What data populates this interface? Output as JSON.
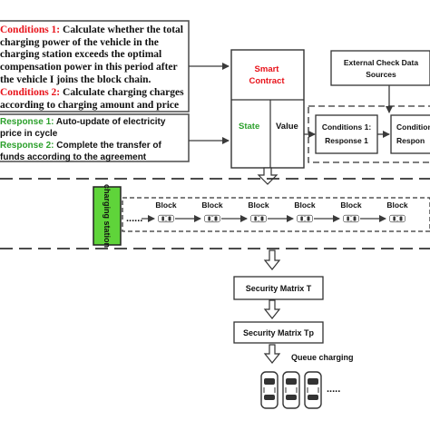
{
  "conditions": {
    "c1_label": "Conditions 1:",
    "c1_lines": [
      " Calculate whether the total",
      "charging power of the vehicle in the",
      "charging station exceeds the optimal",
      "compensation power in this period after",
      "the vehicle I joins the block chain."
    ],
    "c2_label": "Conditions 2:",
    "c2_lines": [
      " Calculate charging charges",
      "according to charging amount and price"
    ]
  },
  "responses": {
    "r1_label": "Response 1:",
    "r1_lines": [
      " Auto-update of electricity",
      "price in cycle"
    ],
    "r2_label": "Response 2:",
    "r2_lines": [
      " Complete the transfer of",
      "funds according to the agreement"
    ]
  },
  "contract": {
    "title_line1": "Smart",
    "title_line2": "Contract",
    "state": "State",
    "value": "Value"
  },
  "external": {
    "line1": "External Check Data",
    "line2": "Sources"
  },
  "cr1": {
    "line1": "Conditions 1:",
    "line2": "Response 1"
  },
  "cr2": {
    "line1": "Condition",
    "line2": "Respon"
  },
  "station": {
    "label": "charging station"
  },
  "chain": {
    "block_label": "Block",
    "dots": "......"
  },
  "matrix_t": "Security Matrix T",
  "matrix_tp": "Security Matrix Tp",
  "queue": "Queue charging",
  "queue_dots": ".....",
  "colors": {
    "red": "#e8121a",
    "green": "#2ca02c",
    "station_green": "#5fd43a",
    "stroke": "#3a3a3a"
  }
}
